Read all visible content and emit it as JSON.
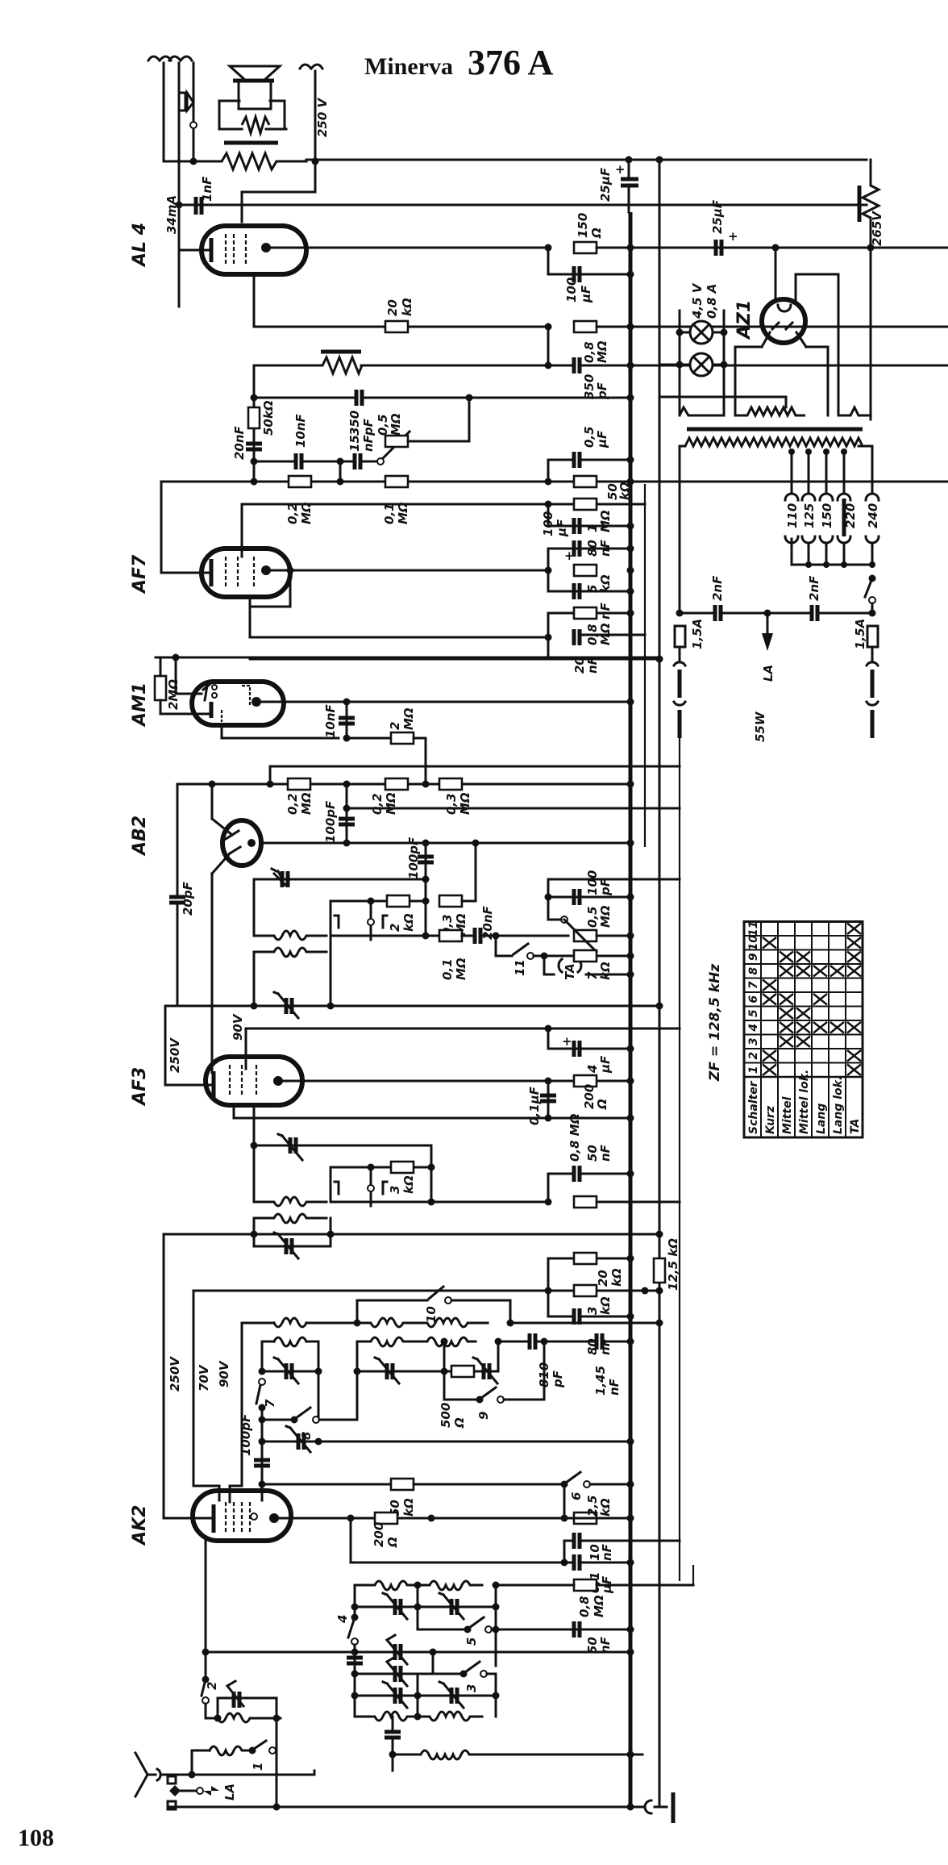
{
  "header": {
    "brand": "Minerva",
    "model": "376 A"
  },
  "page_number": "108",
  "tubes": {
    "al4": "AL 4",
    "af7": "AF7",
    "am1": "AM1",
    "ab2": "AB2",
    "af3": "AF3",
    "ak2": "AK2",
    "az1": "AZ1"
  },
  "voltages": {
    "v250_top": "250 V",
    "v265": "265V",
    "af3_250": "250V",
    "af3_90": "90V",
    "ak2_250": "250V",
    "ak2_70": "70V",
    "ak2_90": "90V",
    "current_al4": "34mA"
  },
  "power": {
    "lamp": [
      "4,5 V",
      "0,8 A"
    ],
    "taps": [
      "110",
      "125",
      "150",
      "220",
      "240"
    ],
    "fuse_left": "1,5A",
    "fuse_right": "1,5A",
    "cap_left": "2nF",
    "cap_right": "2nF",
    "la": "LA",
    "watt": "55W",
    "cap_25uF": "25µF"
  },
  "components": {
    "c_1nF": "1nF",
    "c_25uF_bus": "25µF",
    "r_150": [
      "150",
      "Ω"
    ],
    "c_100uF": [
      "100",
      "µF"
    ],
    "r_20k": [
      "20",
      "kΩ"
    ],
    "r_08M_a": [
      "0,8",
      "MΩ"
    ],
    "c_350pF_a": [
      "350",
      "pF"
    ],
    "c_350pF_b": [
      "350",
      "pF"
    ],
    "r_50k_a": "50kΩ",
    "c_20nF_a": "20nF",
    "c_10nF_a": "10nF",
    "c_15nF": [
      "15",
      "nF"
    ],
    "pot_05M": [
      "0,5",
      "MΩ"
    ],
    "c_05uF": [
      "0,5",
      "µF"
    ],
    "r_02M_a": [
      "0,2",
      "MΩ"
    ],
    "r_01M_a": [
      "0,1",
      "MΩ"
    ],
    "r_50k_b": [
      "50",
      "kΩ"
    ],
    "r_1M": [
      "1",
      "MΩ"
    ],
    "c_80nF_a": [
      "80",
      "nF"
    ],
    "c_100uF_b": [
      "100",
      "µF"
    ],
    "r_5k": [
      "5",
      "kΩ"
    ],
    "c_5nF": [
      "5",
      "nF"
    ],
    "r_08M_b": [
      "0,8",
      "MΩ"
    ],
    "c_20nF_b": [
      "20",
      "nF"
    ],
    "r_2M_a": "2MΩ",
    "c_10nF_b": "10nF",
    "r_2M_b": [
      "2",
      "MΩ"
    ],
    "r_02M_b": [
      "0,2",
      "MΩ"
    ],
    "c_100pF_a": "100pF",
    "r_02M_c": [
      "0,2",
      "MΩ"
    ],
    "r_03M_a": [
      "0,3",
      "MΩ"
    ],
    "c_20pF": "20pF",
    "c_100pF_b": "100pF",
    "r_2k": [
      "2",
      "kΩ"
    ],
    "r_03M_b": [
      "0,3",
      "MΩ"
    ],
    "r_01M_b": [
      "0,1",
      "MΩ"
    ],
    "c_20nF_c": "20nF",
    "c_100pF_c": [
      "100",
      "pF"
    ],
    "pot_05M_b": [
      "0,5",
      "MΩ"
    ],
    "r_7k": [
      "7",
      "kΩ"
    ],
    "ta": "TA",
    "sw11": "11",
    "c_4uF": [
      "4",
      "µF"
    ],
    "r_200_a": [
      "200",
      "Ω"
    ],
    "c_01uF_a": "0,1µF",
    "r_3k_a": [
      "3",
      "kΩ"
    ],
    "pot_08M": "0,8 MΩ",
    "c_50nF_a": [
      "50",
      "nF"
    ],
    "r_20k_b": [
      "20",
      "kΩ"
    ],
    "r_125k": "12,5 kΩ",
    "r_3k_b": [
      "3",
      "kΩ"
    ],
    "c_80nF_b": [
      "80",
      "nF"
    ],
    "c_810pF": [
      "810",
      "pF"
    ],
    "c_145nF": [
      "1,45",
      "nF"
    ],
    "r_500": [
      "500",
      "Ω"
    ],
    "c_100pF_d": "100pF",
    "r_50k_c": [
      "50",
      "kΩ"
    ],
    "r_25k": [
      "2,5",
      "kΩ"
    ],
    "r_200_b": [
      "200",
      "Ω"
    ],
    "c_10nF_c": [
      "10",
      "nF"
    ],
    "c_01uF_b": [
      "0,1",
      "µF"
    ],
    "r_08M_c": [
      "0,8",
      "MΩ"
    ],
    "c_50nF_b": [
      "50",
      "nF"
    ],
    "la_ant": "LA"
  },
  "switches": {
    "s1": "1",
    "s2": "2",
    "s3": "3",
    "s4": "4",
    "s5": "5",
    "s6": "6",
    "s7": "7",
    "s8": "8",
    "s9": "9",
    "s10": "10"
  },
  "if_note": "ZF = 128,5 kHz",
  "switch_table": {
    "header": "Schalter",
    "switch_numbers": [
      "1",
      "2",
      "3",
      "4",
      "5",
      "6",
      "7",
      "8",
      "9",
      "10",
      "11"
    ],
    "modes": [
      {
        "name": "Kurz",
        "closed": [
          1,
          2,
          6,
          7,
          10
        ]
      },
      {
        "name": "Mittel",
        "closed": [
          3,
          4,
          5,
          6,
          8,
          9
        ]
      },
      {
        "name": "Mittel lok.",
        "closed": [
          3,
          4,
          5,
          8,
          9
        ]
      },
      {
        "name": "Lang",
        "closed": [
          4,
          6,
          8
        ]
      },
      {
        "name": "Lang lok.",
        "closed": [
          4,
          8
        ]
      },
      {
        "name": "TA",
        "closed": [
          1,
          2,
          4,
          8,
          9,
          10,
          11
        ]
      }
    ]
  }
}
